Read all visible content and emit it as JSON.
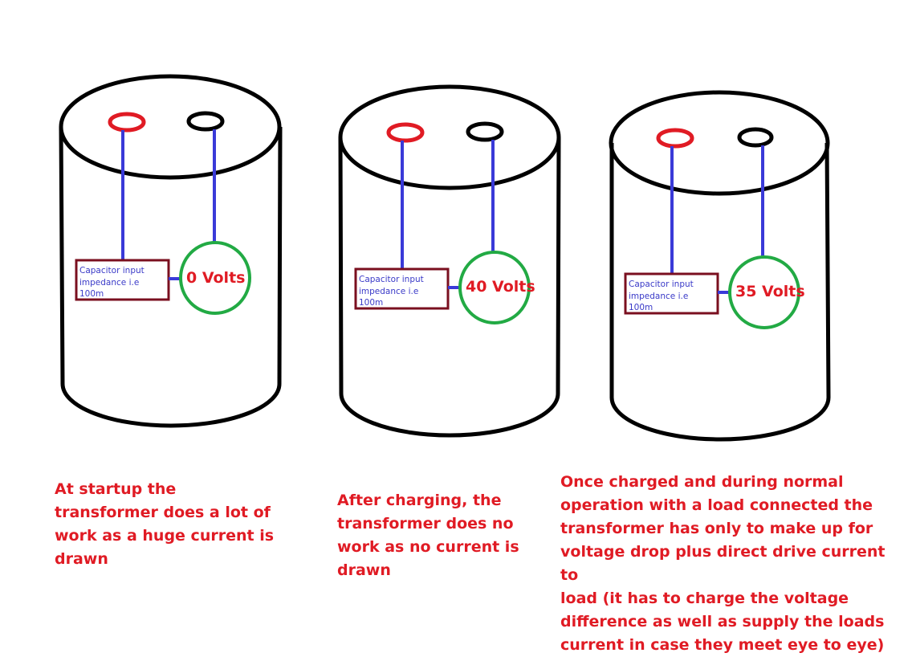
{
  "colors": {
    "outline": "#000000",
    "terminal_positive": "#e01b24",
    "terminal_negative": "#000000",
    "lead": "#3a3ad8",
    "impedance_box": "#7a0f1f",
    "voltmeter": "#22aa44",
    "caption_text": "#e01b24"
  },
  "capacitors": [
    {
      "impedance_label": [
        "Capacitor input",
        "impedance i.e",
        "100m"
      ],
      "voltage_label": "0 Volts",
      "caption": "At startup the\ntransformer does a lot of\nwork as a huge current is\ndrawn"
    },
    {
      "impedance_label": [
        "Capacitor input",
        "impedance i.e",
        "100m"
      ],
      "voltage_label": "40 Volts",
      "caption": "After charging, the\ntransformer does no\nwork as no current is\ndrawn"
    },
    {
      "impedance_label": [
        "Capacitor input",
        "impedance i.e",
        "100m"
      ],
      "voltage_label": "35 Volts",
      "caption": "Once charged and during normal\noperation with a load connected the\ntransformer has only to make up for\nvoltage drop plus direct drive current to\nload (it has to charge the voltage\ndifference as well as supply the loads\ncurrent in case they meet eye to eye)"
    }
  ]
}
